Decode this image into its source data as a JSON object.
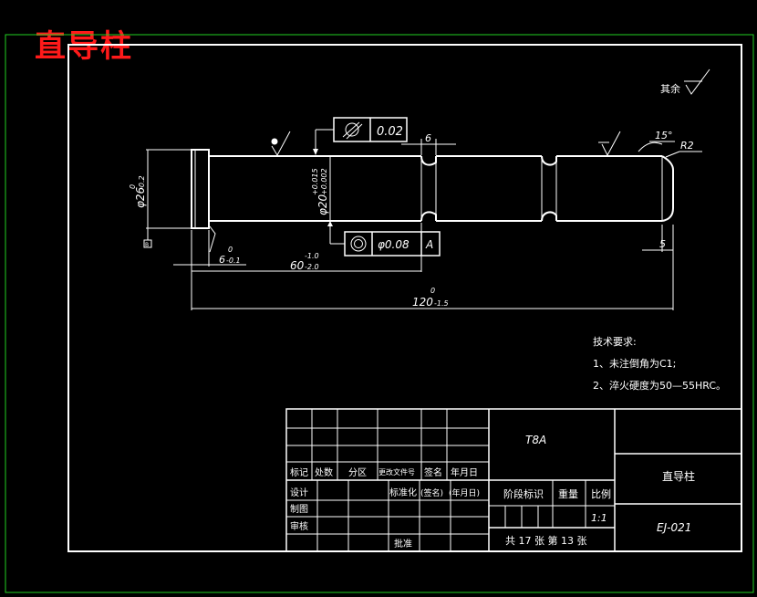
{
  "title_overlay": "直导柱",
  "surface_note": "其余",
  "roughness_symbol": "√",
  "dims": {
    "dia_head": "φ26",
    "dia_head_up": "0",
    "dia_head_low": "-0.2",
    "dia_shaft": "φ20",
    "dia_shaft_up": "+0.015",
    "dia_shaft_low": "+0.002",
    "len_head": "6",
    "len_head_up": "0",
    "len_head_low": "-0.1",
    "len_60": "60",
    "len_60_up": "-1.0",
    "len_60_low": "-2.0",
    "len_120": "120",
    "len_120_up": "0",
    "len_120_low": "-1.5",
    "groove_w": "6",
    "end_len": "5",
    "chamfer_ang": "15°",
    "radius": "R2"
  },
  "tolerances": {
    "cyl_val": "0.02",
    "runout_val": "φ0.08",
    "runout_datum": "A",
    "datum_small": "B"
  },
  "tech_req": {
    "heading": "技术要求:",
    "items": [
      "1、未注倒角为C1;",
      "2、淬火硬度为50—55HRC。"
    ]
  },
  "title_block": {
    "material": "T8A",
    "part_name": "直导柱",
    "drawing_no": "EJ-021",
    "scale": "1:1",
    "headers_row1": [
      "标记",
      "处数",
      "分区",
      "更改文件号",
      "签名",
      "年月日"
    ],
    "row_design": [
      "设计",
      "标准化",
      "(签名)",
      "(年月日)"
    ],
    "row_draw": "制图",
    "row_review": "审核",
    "approve": "批准",
    "stage_label": "阶段标识",
    "weight_label": "重量",
    "scale_label": "比例",
    "sheet_info": "共 17 张   第 13 张"
  }
}
